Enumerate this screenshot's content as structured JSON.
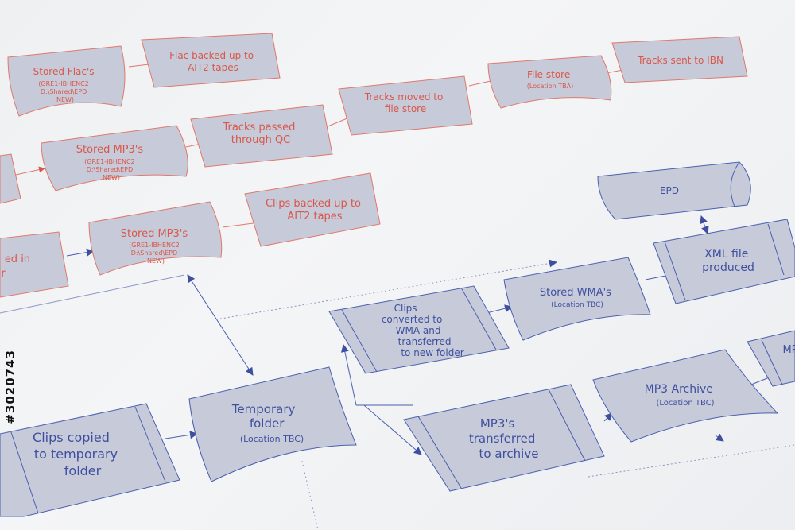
{
  "nodes": {
    "stored_flacs": [
      "Stored Flac's",
      "(GRE1-IBHENC2",
      "D:\\Shared\\EPD",
      "NEW)"
    ],
    "flac_backed": [
      "Flac backed up to",
      "AIT2 tapes"
    ],
    "file_store": [
      "File store",
      "(Location TBA)"
    ],
    "tracks_sent": [
      "Tracks sent to IBN"
    ],
    "tracks_moved": [
      "Tracks moved to",
      "file store"
    ],
    "tracks_passed": [
      "Tracks passed",
      "through QC"
    ],
    "stored_mp3_top": [
      "Stored MP3's",
      "(GRE1-IBHENC2",
      "D:\\Shared\\EPD",
      "NEW)"
    ],
    "clips_backed": [
      "Clips backed up to",
      "AIT2 tapes"
    ],
    "stored_mp3_mid": [
      "Stored MP3's",
      "(GRE1-IBHENC2",
      "D:\\Shared\\EPD",
      "NEW)"
    ],
    "partial_ed_in": [
      "ed in",
      "r"
    ],
    "epd": [
      "EPD"
    ],
    "xml_file": [
      "XML file",
      "produced"
    ],
    "stored_wmas": [
      "Stored WMA's",
      "(Location TBC)"
    ],
    "clips_converted": [
      "Clips",
      "converted to",
      "WMA and",
      "transferred",
      "to new folder"
    ],
    "temporary_folder": [
      "Temporary",
      "folder",
      "(Location TBC)"
    ],
    "clips_copied": [
      "Clips copied",
      "to temporary",
      "folder"
    ],
    "mp3s_transferred": [
      "MP3's",
      "transferred",
      "to archive"
    ],
    "mp3_archive": [
      "MP3 Archive",
      "(Location TBC)"
    ],
    "partial_mp": [
      "MP"
    ]
  },
  "stock_id": "#3020743",
  "colors": {
    "node_fill": "#c7cbd9",
    "red_text": "#d9574a",
    "blue_text": "#3f4fa0",
    "red_line": "#e0786c",
    "blue_line": "#4b5fb0"
  }
}
